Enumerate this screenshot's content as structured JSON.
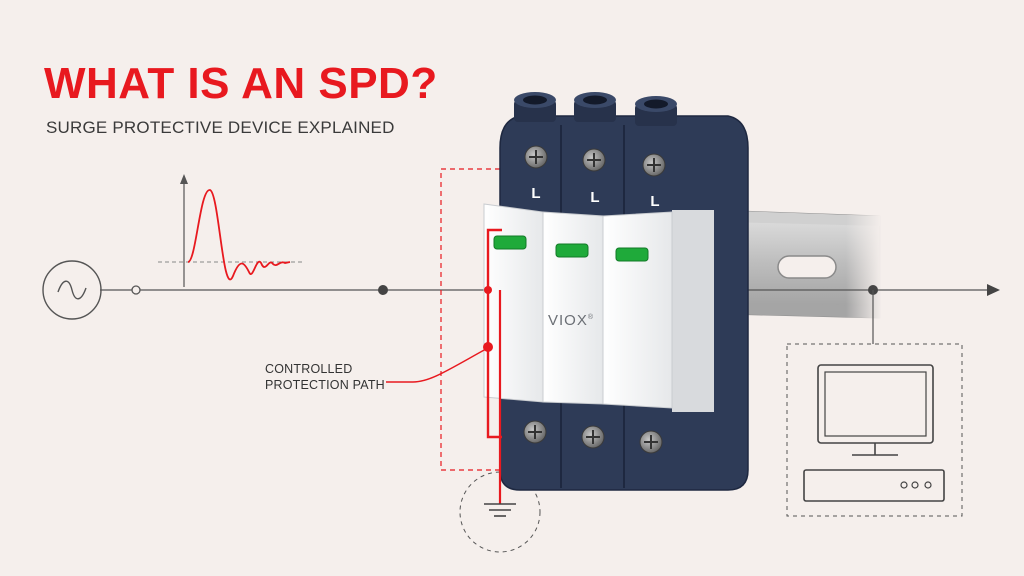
{
  "header": {
    "title": "WHAT IS AN SPD?",
    "subtitle": "SURGE PROTECTIVE DEVICE EXPLAINED"
  },
  "device": {
    "brand": "VIOX",
    "brand_mark": "®",
    "terminal_labels": [
      "L",
      "L",
      "L"
    ]
  },
  "annotation": {
    "line1": "CONTROLLED",
    "line2": "PROTECTION PATH"
  },
  "icons": [
    "ac-source-icon",
    "surge-waveform-icon",
    "ground-icon",
    "computer-icon",
    "arrow-right-icon"
  ],
  "colors": {
    "accent": "#e8191f",
    "housing": "#2e3b57",
    "module": "#f4f5f6",
    "indicator": "#1faa3a",
    "background": "#f5efec",
    "line": "#555555"
  }
}
